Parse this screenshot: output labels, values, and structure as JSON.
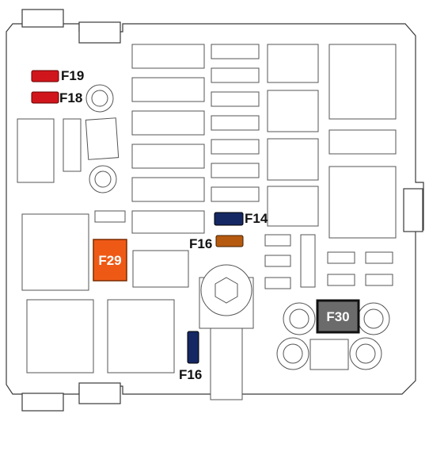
{
  "labels": {
    "f19": "F19",
    "f18": "F18",
    "f14": "F14",
    "f16_upper": "F16",
    "f16_lower": "F16",
    "f29": "F29",
    "f30": "F30"
  },
  "colors": {
    "red_fuse": "#d0161c",
    "navy_fuse": "#152863",
    "brown_fuse": "#b65a10",
    "orange_fuse": "#ee5a16",
    "gray_fuse": "#6b6b6b"
  }
}
